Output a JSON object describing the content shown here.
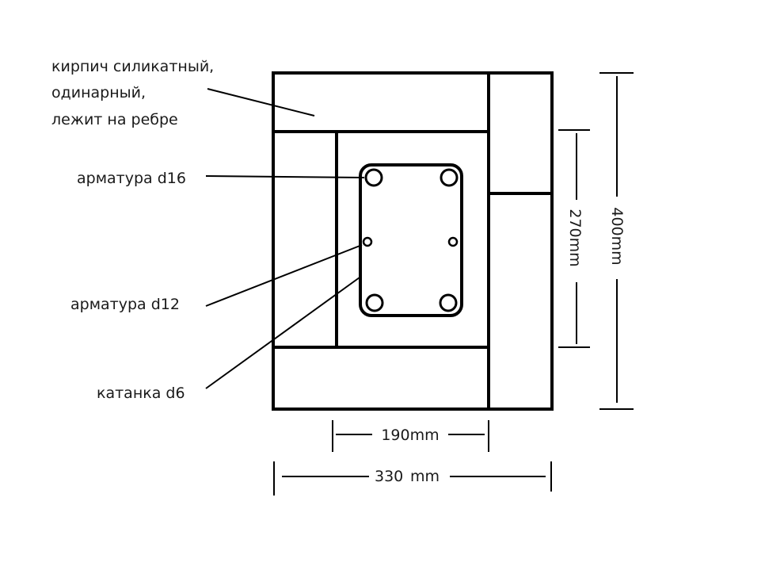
{
  "labels": {
    "brick_line1": "кирпич силикатный,",
    "brick_line2": "одинарный,",
    "brick_line3": "лежит на ребре",
    "rebar_d16": "арматура d16",
    "rebar_d12": "арматура d12",
    "wire_d6": "катанка d6"
  },
  "dimensions": {
    "inner_width": "190mm",
    "outer_width_num": "330",
    "outer_width_unit": "mm",
    "inner_height": "270mm",
    "outer_height": "400mm"
  },
  "colors": {
    "stroke": "#000000",
    "text": "#1a1a1a",
    "background": "#ffffff"
  }
}
